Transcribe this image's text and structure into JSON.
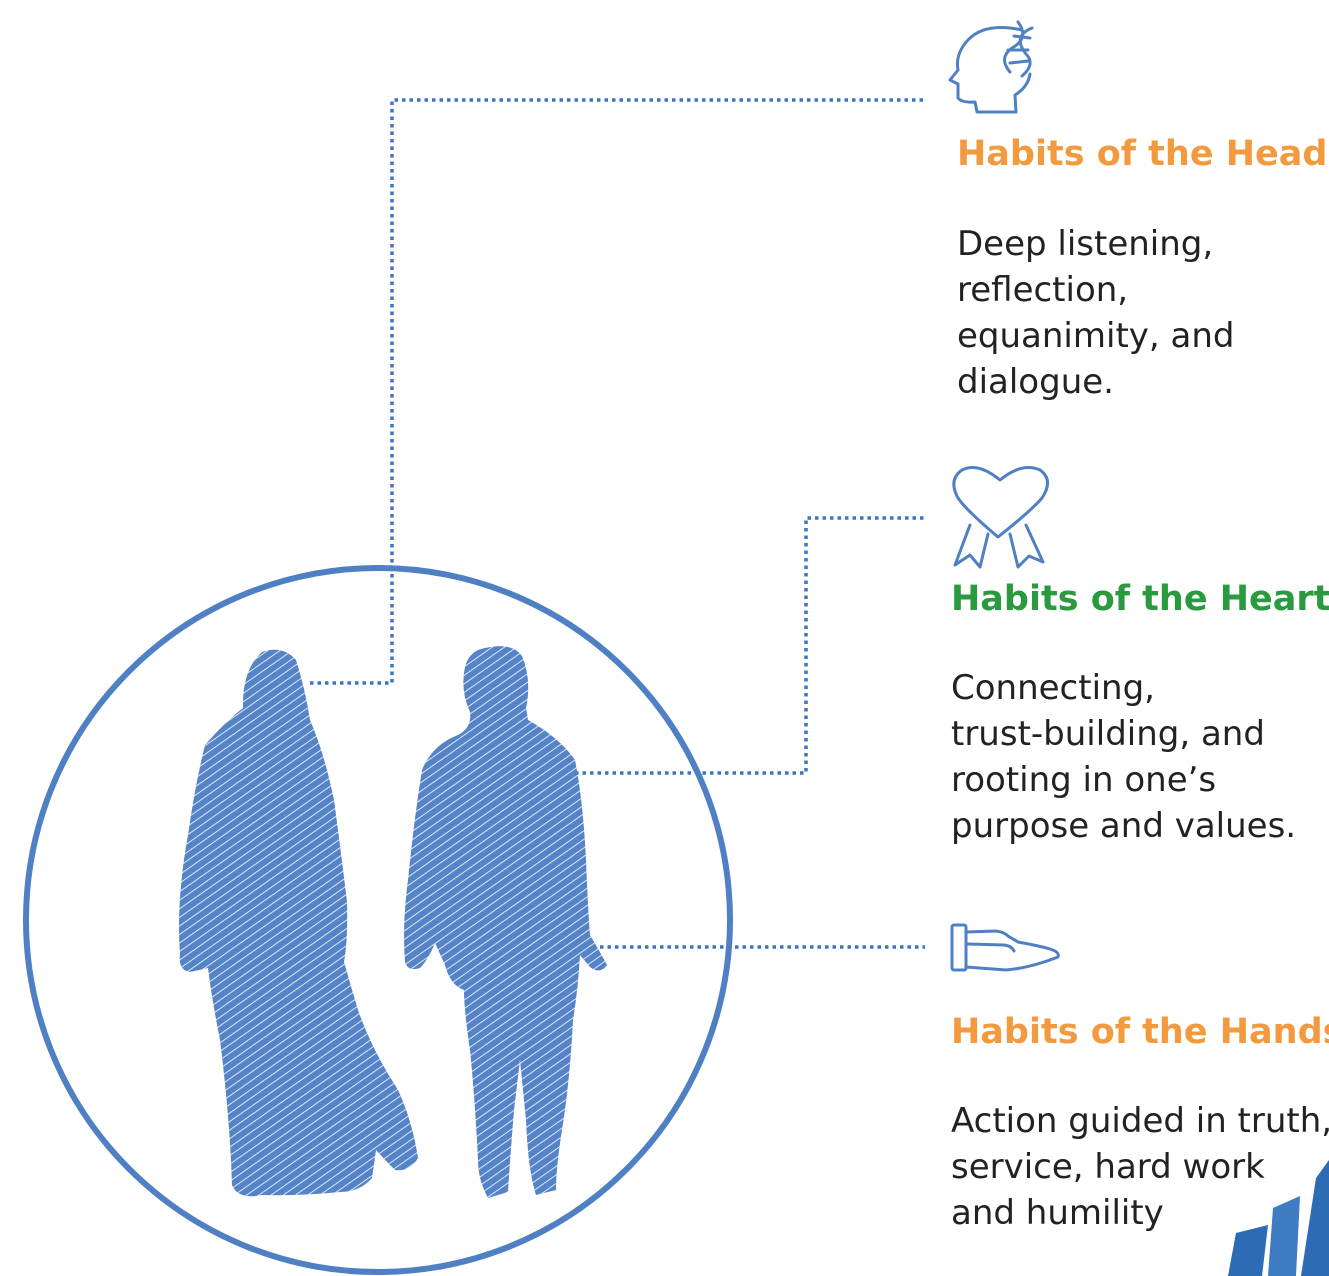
{
  "colors": {
    "blue": "#4f80c4",
    "dot_blue": "#3f74c0",
    "orange": "#f39a3e",
    "green": "#2a9a3e",
    "text": "#222222"
  },
  "items": [
    {
      "icon": "head-brain-icon",
      "title": "Habits of the Head",
      "title_color": "#f39a3e",
      "lines": [
        "Deep listening,",
        "reflection,",
        "equanimity, and",
        "dialogue."
      ]
    },
    {
      "icon": "heart-ribbon-icon",
      "title": "Habits of the Heart",
      "title_color": "#2a9a3e",
      "lines": [
        "Connecting,",
        "trust-building, and",
        "rooting in one’s",
        "purpose and values."
      ]
    },
    {
      "icon": "open-hand-icon",
      "title": "Habits of the Hands",
      "title_color": "#f39a3e",
      "lines": [
        "Action guided in truth,",
        "service, hard work",
        "and humility"
      ]
    }
  ]
}
